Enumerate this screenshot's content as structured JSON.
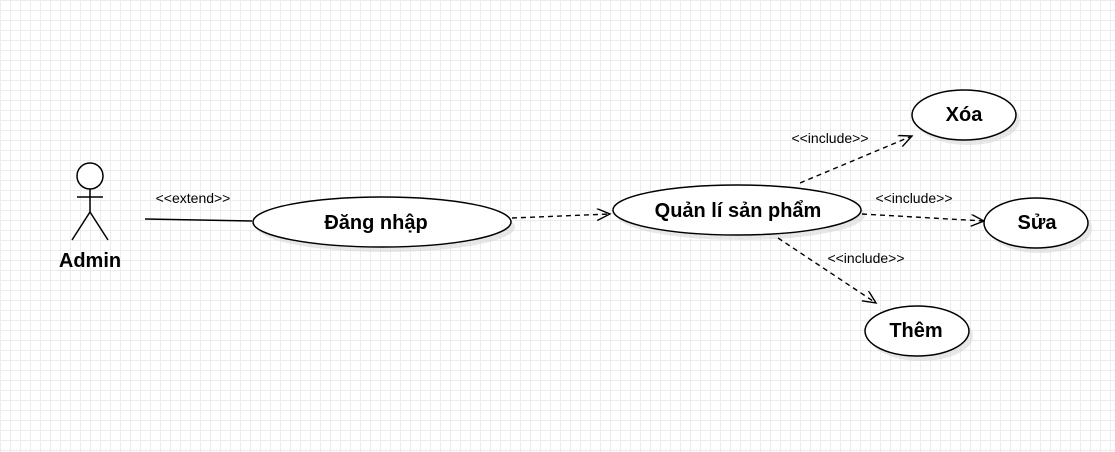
{
  "actor": {
    "name": "Admin"
  },
  "use_cases": {
    "login": "Đăng nhập",
    "manage_products": "Quản lí sản phẩm",
    "delete": "Xóa",
    "edit": "Sửa",
    "add": "Thêm"
  },
  "relationships": {
    "extend_label": "<<extend>>",
    "include_delete_label": "<<include>>",
    "include_edit_label": "<<include>>",
    "include_add_label": "<<include>>"
  },
  "colors": {
    "stroke": "#000000",
    "fill": "#ffffff",
    "shadow": "#d9d9d9",
    "grid": "#ececec"
  }
}
